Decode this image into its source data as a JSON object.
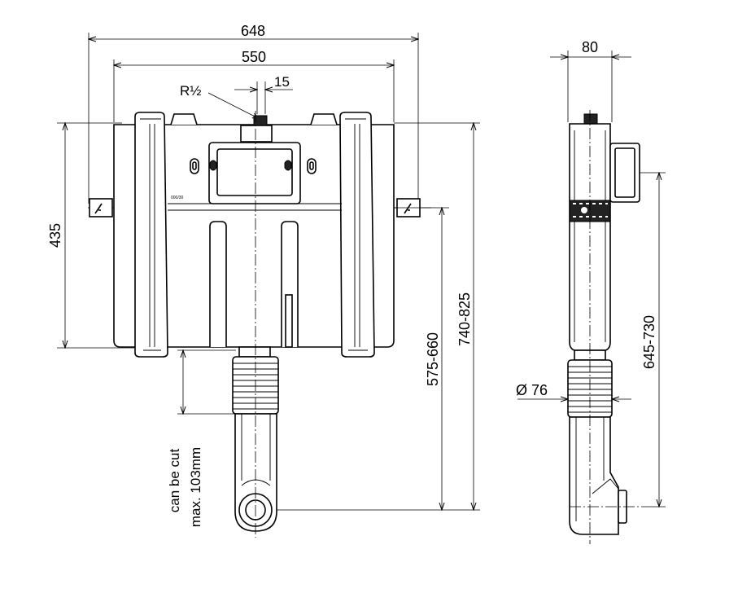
{
  "front_view": {
    "dim_overall_width": "648",
    "dim_frame_width": "550",
    "dim_inlet_offset": "15",
    "inlet_thread": "R½",
    "dim_height": "435",
    "dim_outlet_range": "575-660",
    "dim_total_range": "740-825",
    "note_line1": "can be cut",
    "note_line2": "max. 103mm",
    "label_code": "000/30"
  },
  "side_view": {
    "dim_depth": "80",
    "dim_pipe_diameter": "Ø 76",
    "dim_outlet_height": "645-730"
  }
}
